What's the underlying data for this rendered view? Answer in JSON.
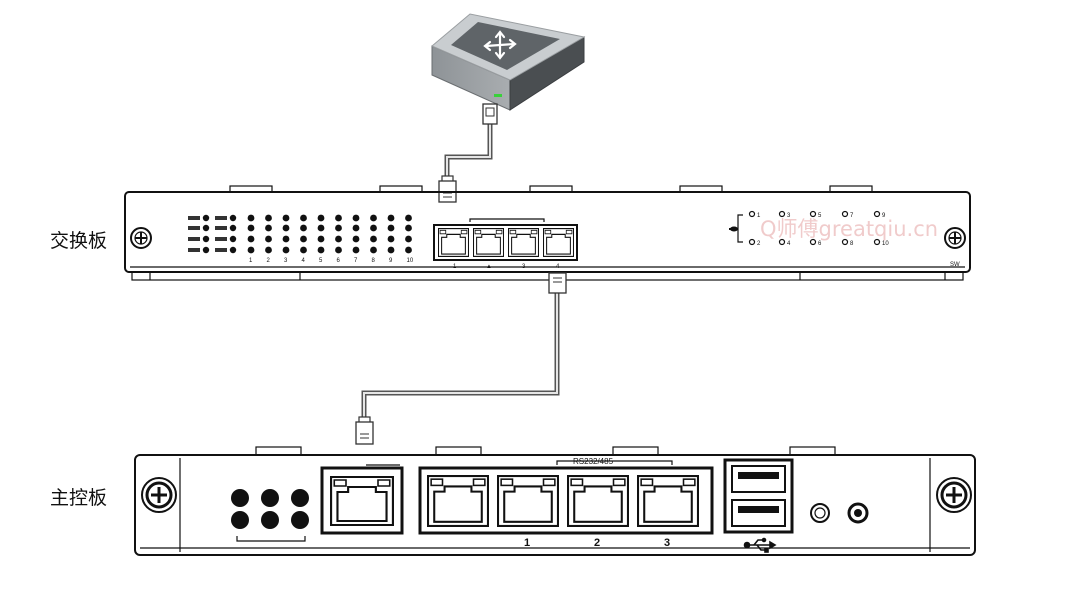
{
  "labels": {
    "switch_board": "交换板",
    "main_board": "主控板"
  },
  "switch_board": {
    "led_column_numbers": [
      "1",
      "2",
      "3",
      "4",
      "5",
      "6",
      "7",
      "8",
      "9",
      "10"
    ],
    "port_labels": [
      "1",
      "▲",
      "3",
      "4"
    ],
    "indicator_top": [
      "1",
      "3",
      "5",
      "7",
      "9"
    ],
    "indicator_bottom": [
      "2",
      "4",
      "6",
      "8",
      "10"
    ],
    "model_label": "SW"
  },
  "main_board": {
    "serial_label": "RS232/485",
    "port_numbers": [
      "1",
      "2",
      "3"
    ]
  },
  "watermark": "Q师傅greatqiu.cn",
  "colors": {
    "device_top": "#c9cdd0",
    "device_panel": "#5f6468",
    "device_led": "#39d13a",
    "cable": "#6d6d6d"
  }
}
